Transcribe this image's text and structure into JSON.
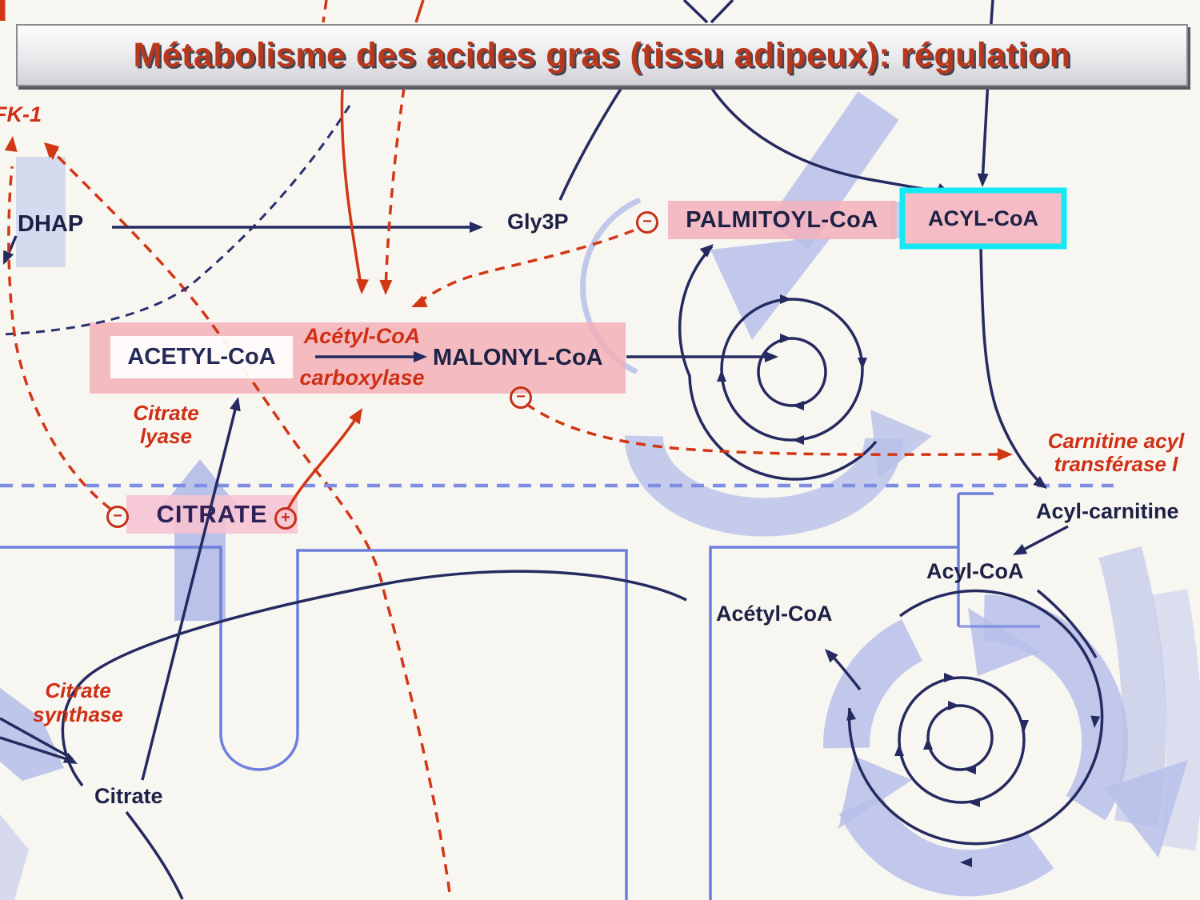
{
  "title": "Métabolisme des acides gras (tissu adipeux): régulation",
  "labels": {
    "pfk1": "FK-1",
    "dhap": "DHAP",
    "gly3p": "Gly3P",
    "palmitoyl_coa": "PALMITOYL-CoA",
    "acyl_coa_cytosol": "ACYL-CoA",
    "acetyl_coa_cytosol": "ACETYL-CoA",
    "acc_enzyme_line1": "Acétyl-CoA",
    "acc_enzyme_line2": "carboxylase",
    "malonyl_coa": "MALONYL-CoA",
    "citrate_lyase_line1": "Citrate",
    "citrate_lyase_line2": "lyase",
    "citrate_cytosol": "CITRATE",
    "cat1_line1": "Carnitine acyl",
    "cat1_line2": "transférase I",
    "acyl_carnitine": "Acyl-carnitine",
    "acyl_coa_matrix": "Acyl-CoA",
    "acetyl_coa_matrix": "Acétyl-CoA",
    "citrate_synthase_line1": "Citrate",
    "citrate_synthase_line2": "synthase",
    "citrate_matrix": "Citrate"
  },
  "signs": {
    "minus": "−",
    "plus": "+"
  },
  "colors": {
    "title_red": "#b9381b",
    "enzyme_red": "#cf2f14",
    "navy": "#252a60",
    "membrane_blue": "#7e8ee4",
    "swirl_blue": "#b7c0ea",
    "highlight_pink": "#f3aeb5",
    "citrate_pink": "#f6c3d2",
    "selection_cyan": "#12e9f2"
  }
}
